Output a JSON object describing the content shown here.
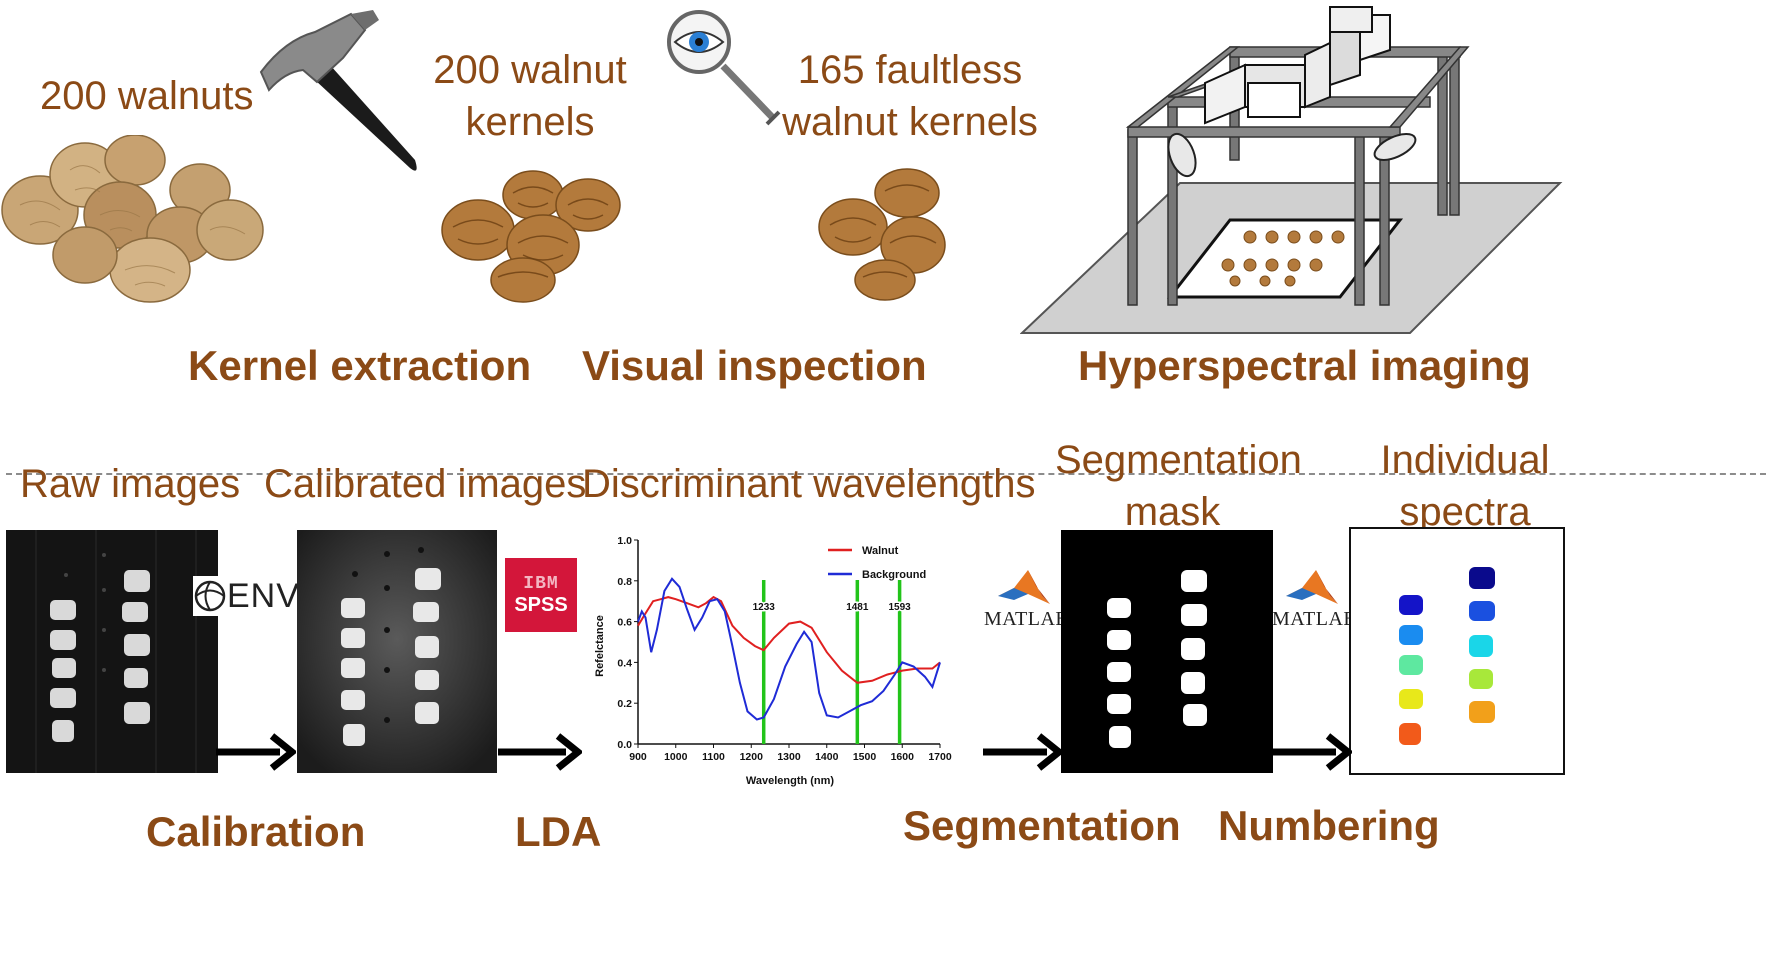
{
  "top": {
    "walnuts_label": "200 walnuts",
    "kernels_label": "200 walnut\nkernels",
    "faultless_label": "165 faultless\nwalnut kernels",
    "stage_kernel_extraction": "Kernel extraction",
    "stage_visual_inspection": "Visual inspection",
    "stage_hyperspectral": "Hyperspectral imaging"
  },
  "bottom": {
    "raw_images": "Raw images",
    "calibrated_images": "Calibrated images",
    "discriminant_wavelengths": "Discriminant wavelengths",
    "segmentation_mask": "Segmentation\nmask",
    "individual_spectra": "Individual\nspectra",
    "stage_calibration": "Calibration",
    "stage_lda": "LDA",
    "stage_segmentation": "Segmentation",
    "stage_numbering": "Numbering"
  },
  "logos": {
    "envi": "ENVI",
    "ibm": "IBM",
    "spss": "SPSS",
    "matlab": "MATLAB"
  },
  "colors": {
    "caption": "#8b4a16",
    "walnut_series": "#e02020",
    "background_series": "#1f2bd6",
    "marker_lines": "#22c41a",
    "spss_red": "#d3163a"
  },
  "chart_data": {
    "type": "line",
    "title": "",
    "xlabel": "Wavelength (nm)",
    "ylabel": "Refelctance",
    "xlim": [
      900,
      1700
    ],
    "ylim": [
      0,
      1.0
    ],
    "xticks": [
      900,
      1000,
      1100,
      1200,
      1300,
      1400,
      1500,
      1600,
      1700
    ],
    "yticks": [
      "0.0",
      "0.2",
      "0.4",
      "0.6",
      "0.8",
      "1.0"
    ],
    "legend_position": "top-right",
    "markers": [
      1233,
      1481,
      1593
    ],
    "series": [
      {
        "name": "Walnut",
        "x": [
          900,
          920,
          940,
          960,
          980,
          1000,
          1030,
          1060,
          1080,
          1100,
          1120,
          1150,
          1180,
          1210,
          1233,
          1260,
          1300,
          1330,
          1360,
          1400,
          1440,
          1481,
          1520,
          1560,
          1600,
          1640,
          1680,
          1700
        ],
        "y": [
          0.58,
          0.64,
          0.7,
          0.71,
          0.72,
          0.71,
          0.69,
          0.67,
          0.69,
          0.72,
          0.7,
          0.58,
          0.52,
          0.48,
          0.46,
          0.52,
          0.59,
          0.6,
          0.57,
          0.45,
          0.36,
          0.3,
          0.31,
          0.34,
          0.36,
          0.37,
          0.37,
          0.4
        ]
      },
      {
        "name": "Background",
        "x": [
          900,
          910,
          920,
          935,
          950,
          970,
          990,
          1010,
          1030,
          1050,
          1070,
          1090,
          1110,
          1130,
          1150,
          1170,
          1190,
          1215,
          1233,
          1260,
          1290,
          1320,
          1340,
          1360,
          1380,
          1400,
          1430,
          1460,
          1490,
          1520,
          1550,
          1580,
          1600,
          1630,
          1660,
          1680,
          1700
        ],
        "y": [
          0.6,
          0.65,
          0.62,
          0.45,
          0.56,
          0.75,
          0.81,
          0.77,
          0.66,
          0.56,
          0.62,
          0.7,
          0.71,
          0.65,
          0.48,
          0.3,
          0.16,
          0.12,
          0.13,
          0.22,
          0.38,
          0.49,
          0.55,
          0.5,
          0.25,
          0.14,
          0.13,
          0.16,
          0.19,
          0.21,
          0.26,
          0.34,
          0.4,
          0.38,
          0.33,
          0.28,
          0.4
        ]
      }
    ]
  }
}
